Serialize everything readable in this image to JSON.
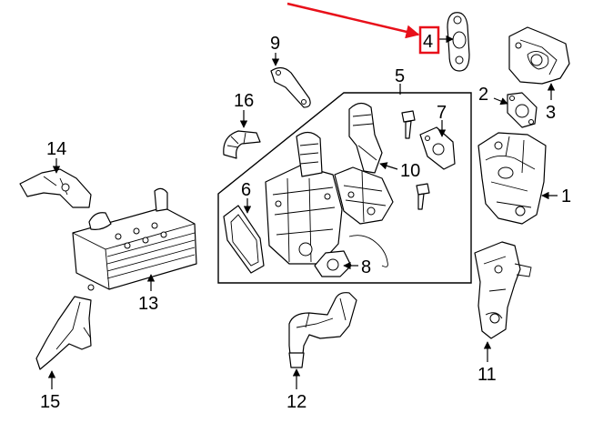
{
  "callouts": {
    "c1": "1",
    "c2": "2",
    "c3": "3",
    "c4": "4",
    "c5": "5",
    "c6": "6",
    "c7": "7",
    "c8": "8",
    "c9": "9",
    "c10": "10",
    "c11": "11",
    "c12": "12",
    "c13": "13",
    "c14": "14",
    "c15": "15",
    "c16": "16"
  },
  "highlight": {
    "target_callout": "4",
    "color": "#e8101a"
  },
  "colors": {
    "line": "#000000",
    "background": "#ffffff"
  }
}
